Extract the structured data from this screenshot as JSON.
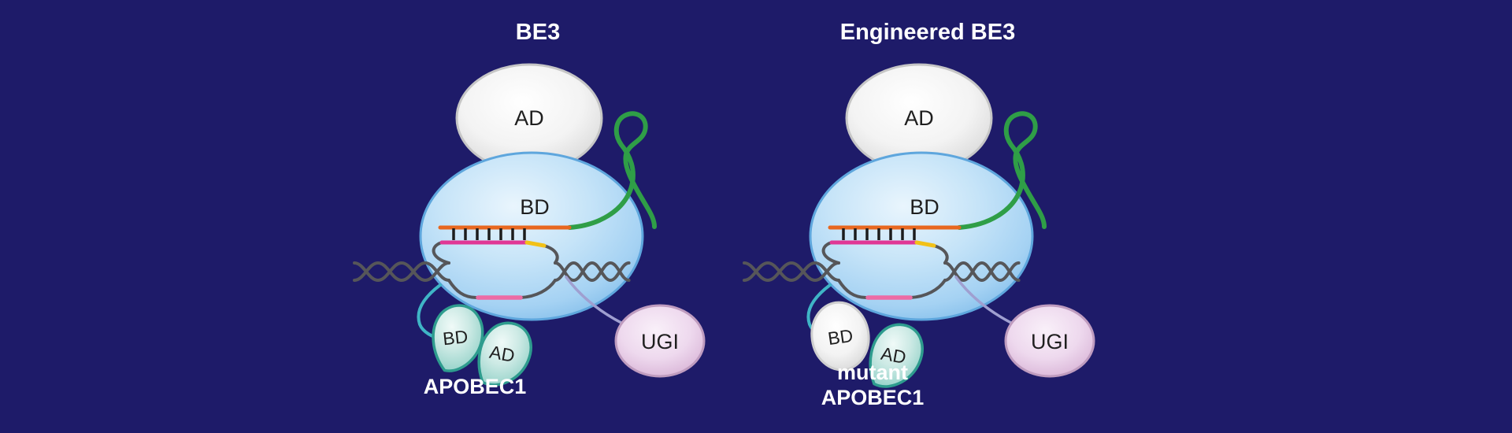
{
  "figure": {
    "background": "#1e1b69",
    "panels": [
      {
        "title": "BE3",
        "cas9": {
          "ad": "AD",
          "bd": "BD"
        },
        "apobec": {
          "bd": "BD",
          "ad": "AD",
          "name_lines": [
            "APOBEC1"
          ]
        },
        "ugi": "UGI"
      },
      {
        "title": "Engineered BE3",
        "cas9": {
          "ad": "AD",
          "bd": "BD"
        },
        "apobec": {
          "bd": "BD",
          "ad": "AD",
          "name_lines": [
            "mutant",
            "APOBEC1"
          ]
        },
        "ugi": "UGI"
      }
    ],
    "colors": {
      "background": "#1e1b69",
      "cas9_body_blue": "#badcf5",
      "cas9_body_stroke": "#5ea6dd",
      "domain_gray": "#ececec",
      "apobec_teal": "#8fd0c6",
      "apobec_teal_stroke": "#2e9c8e",
      "ugi_pink": "#e3c2e1",
      "sgrna_green": "#2f9e47",
      "guide_orange": "#e8671f",
      "target_magenta": "#e03795",
      "ssdna_pink": "#ec6ba5",
      "pam_yellow": "#f2c118",
      "dna_gray": "#565659",
      "basepair_black": "#1c1c1c",
      "linker_cyan": "#3fb5c6",
      "linker_lavender": "#9f9fd0",
      "label_dark": "#1f1f1f",
      "label_white": "#ffffff"
    }
  }
}
